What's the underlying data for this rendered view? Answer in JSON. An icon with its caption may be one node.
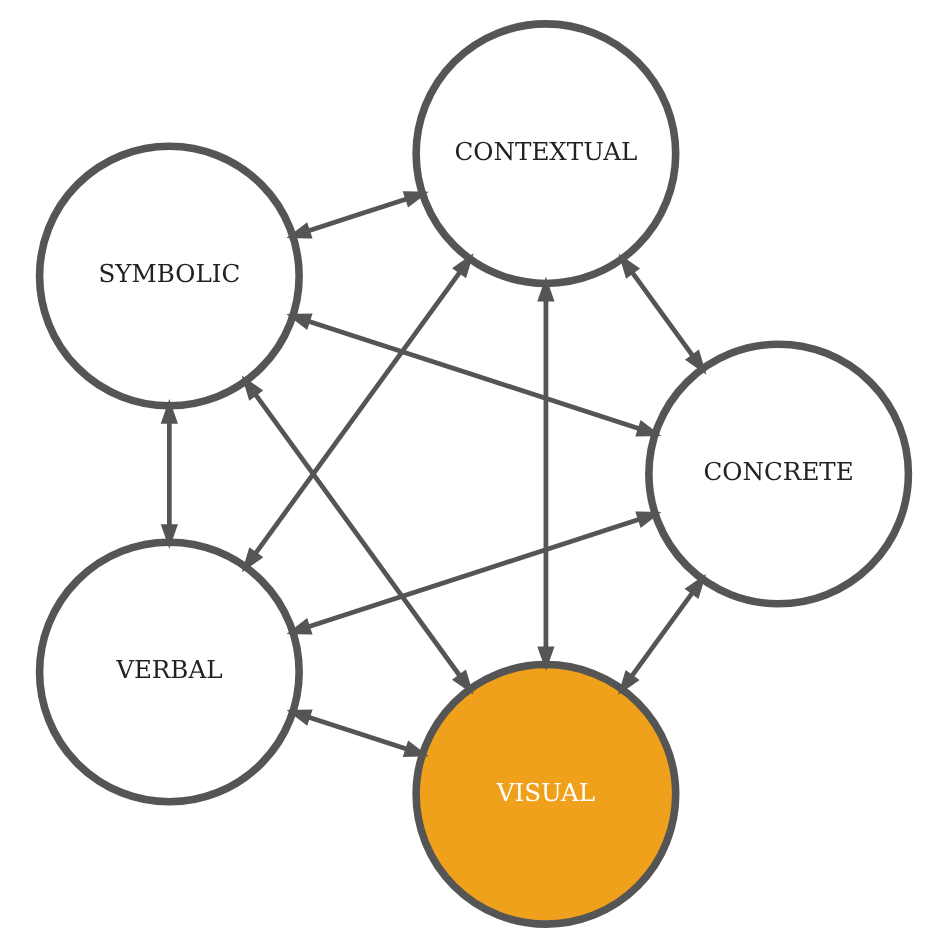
{
  "diagram": {
    "nodes": [
      {
        "text": [
          "VISUAL"
        ]
      },
      {
        "text": [
          "CONCRETE"
        ]
      },
      {
        "text": [
          "SYMBOLIC"
        ]
      },
      {
        "text": [
          "CONTEXTUAL"
        ]
      },
      {
        "text": [
          "VERBAL"
        ]
      }
    ],
    "edges": [
      {
        "from": 0,
        "to": 2,
        "arrow": "both"
      },
      {
        "from": 2,
        "to": 4,
        "arrow": "both"
      },
      {
        "from": 4,
        "to": 3,
        "arrow": "both"
      },
      {
        "from": 3,
        "to": 1,
        "arrow": "both"
      },
      {
        "from": 1,
        "to": 0,
        "arrow": "both"
      },
      {
        "from": 1,
        "to": 2,
        "arrow": "both"
      },
      {
        "from": 1,
        "to": 4,
        "arrow": "both"
      },
      {
        "from": 2,
        "to": 3,
        "arrow": "both"
      },
      {
        "from": 0,
        "to": 3,
        "arrow": "both"
      },
      {
        "from": 0,
        "to": 4,
        "arrow": "both"
      }
    ]
  }
}
